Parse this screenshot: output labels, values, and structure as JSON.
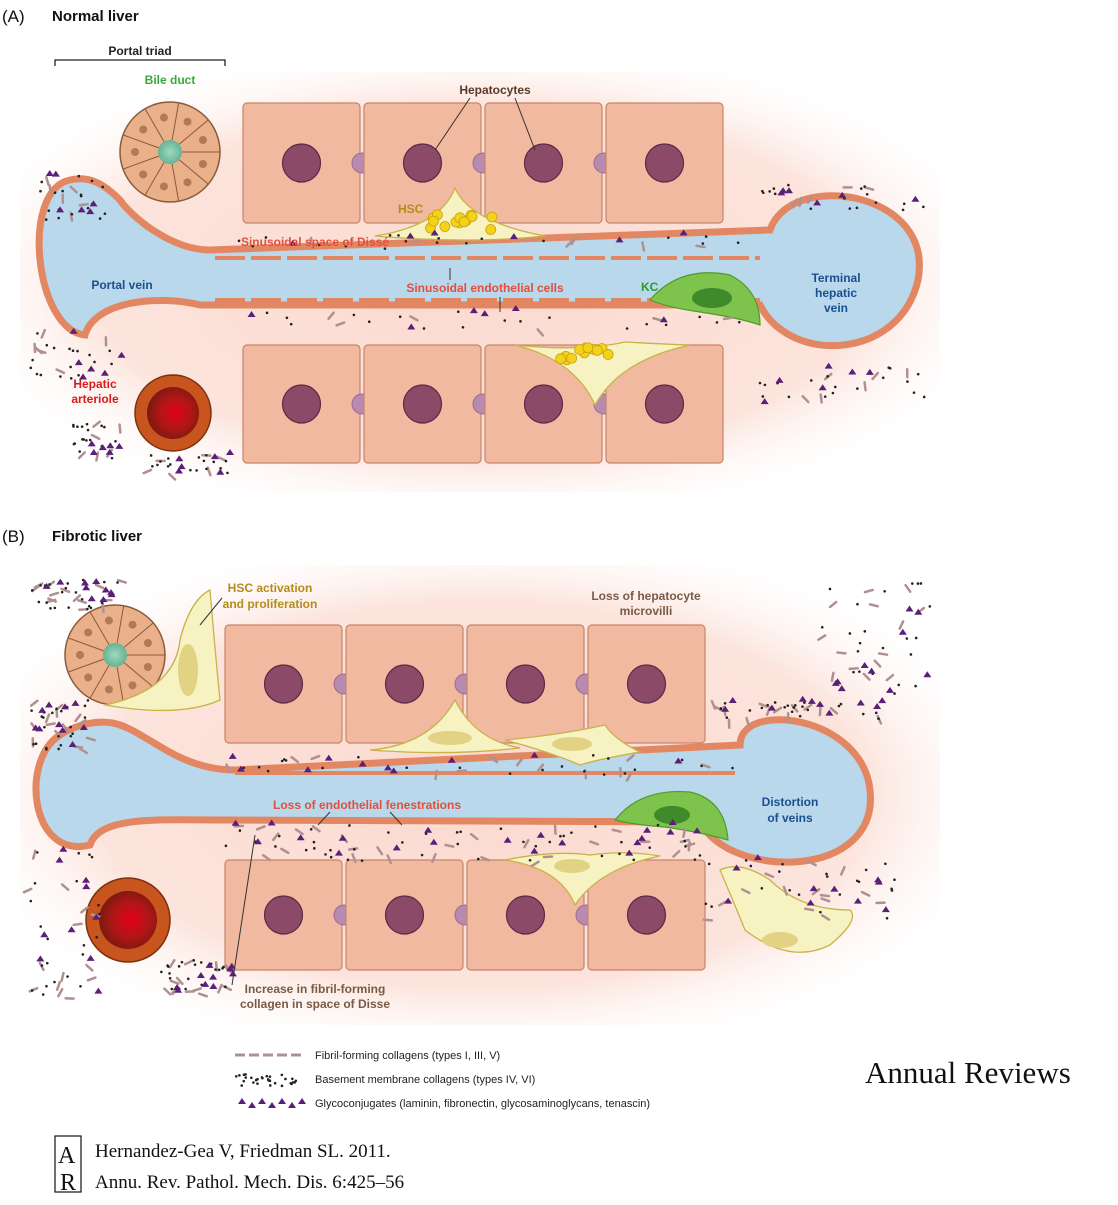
{
  "panel_a": {
    "letter": "(A)",
    "title": "Normal liver",
    "portal_triad": "Portal triad",
    "bile_duct": "Bile duct",
    "hepatocytes": "Hepatocytes",
    "hsc": "HSC",
    "space_of_disse": "Sinusoidal space of Dissé",
    "portal_vein": "Portal vein",
    "endothelial_cells": "Sinusoidal endothelial cells",
    "kc": "KC",
    "terminal_vein_1": "Terminal",
    "terminal_vein_2": "hepatic",
    "terminal_vein_3": "vein",
    "arteriole_1": "Hepatic",
    "arteriole_2": "arteriole"
  },
  "panel_b": {
    "letter": "(B)",
    "title": "Fibrotic liver",
    "hsc_activation_1": "HSC activation",
    "hsc_activation_2": "and proliferation",
    "loss_microvilli_1": "Loss of hepatocyte",
    "loss_microvilli_2": "microvilli",
    "loss_fenestrations": "Loss of endothelial fenestrations",
    "distortion_1": "Distortion",
    "distortion_2": "of veins",
    "increase_collagen_1": "Increase in fibril-forming",
    "increase_collagen_2": "collagen in space of Disse"
  },
  "legend": {
    "fibril": "Fibril-forming collagens (types I, III, V)",
    "basement": "Basement membrane collagens (types IV, VI)",
    "glyco": "Glycoconjugates (laminin, fibronectin, glycosaminoglycans, tenascin)"
  },
  "publisher": "Annual Reviews",
  "logo_text": "AR",
  "citation": {
    "line1": "Hernandez-Gea V, Friedman SL. 2011.",
    "line2": "Annu. Rev. Pathol. Mech. Dis. 6:425–56"
  },
  "colors": {
    "background_glow": "#fbd9cf",
    "hepatocyte": "#f1b9a0",
    "nucleus": "#8a4a68",
    "vein": "#b9d8ec",
    "vein_label": "#1c4f8e",
    "endothelium": "#e38763",
    "hsc_label": "#b48b1c",
    "bile_label": "#3aa83a",
    "kc_label": "#2a9a2a",
    "arteriole_label": "#d61c1c",
    "sinusoid_label": "#e0503c",
    "kupffer": "#7ec34c",
    "hsc_body": "#f6f2c2",
    "lipid": "#f4d21c"
  }
}
